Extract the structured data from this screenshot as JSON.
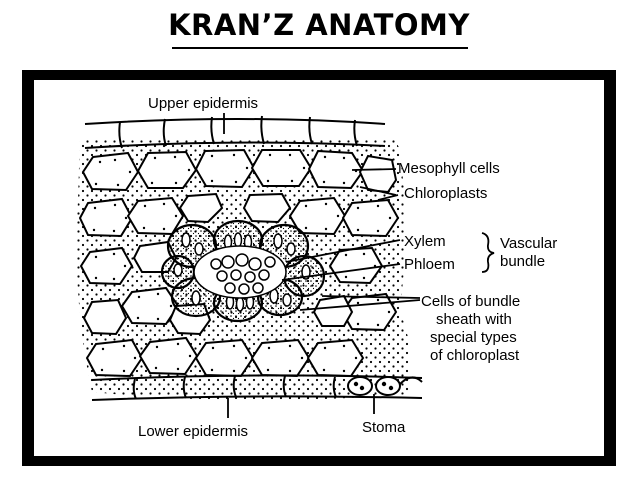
{
  "title": "KRAN’Z ANATOMY",
  "labels": {
    "upper_epidermis": "Upper epidermis",
    "mesophyll_cells": "Mesophyll cells",
    "chloroplasts": "Chloroplasts",
    "xylem": "Xylem",
    "phloem": "Phloem",
    "vascular_line1": "Vascular",
    "vascular_line2": "bundle",
    "bundle_line1": "Cells of bundle",
    "bundle_line2": "sheath with",
    "bundle_line3": "special types",
    "bundle_line4": "of chloroplast",
    "lower_epidermis": "Lower epidermis",
    "stoma": "Stoma"
  }
}
